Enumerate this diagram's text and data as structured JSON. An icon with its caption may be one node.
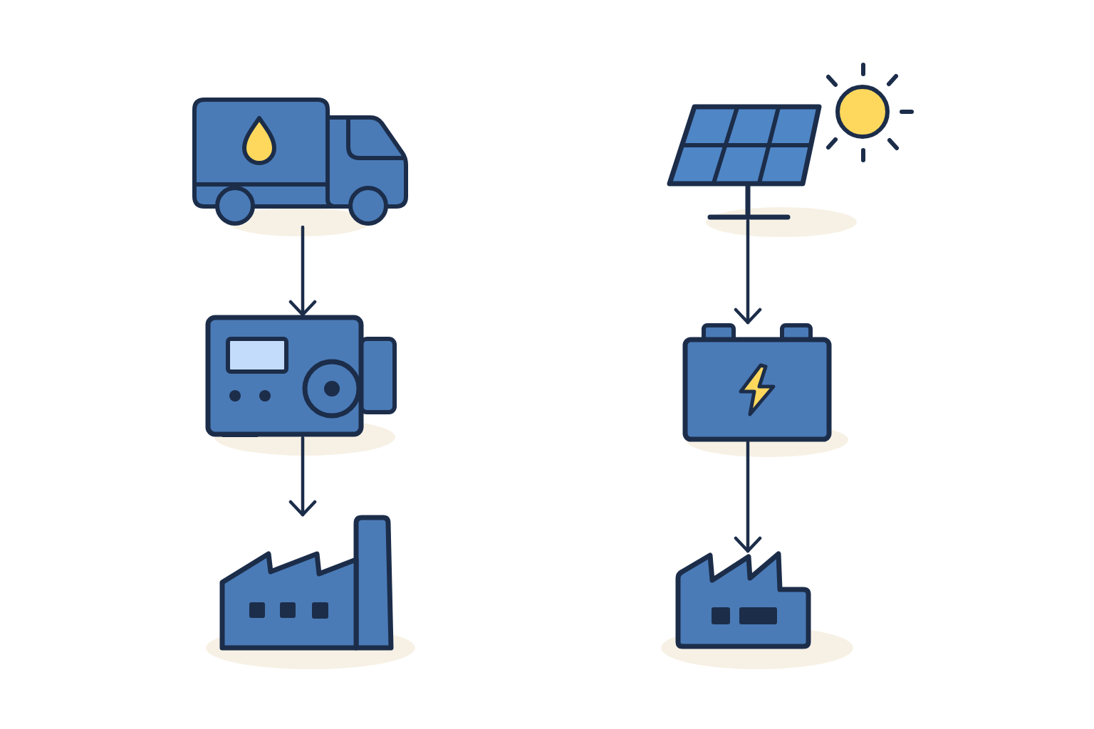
{
  "diagram": {
    "nodes": [
      {
        "text": [],
        "shape": "picture"
      },
      {
        "text": [],
        "shape": "picture"
      },
      {
        "text": [],
        "shape": "picture"
      },
      {
        "text": [],
        "shape": "picture"
      },
      {
        "text": [],
        "shape": "picture"
      },
      {
        "text": [],
        "shape": "picture"
      }
    ],
    "edges": [
      {
        "from": 0,
        "to": 2,
        "arrow": "to"
      },
      {
        "from": 2,
        "to": 4,
        "arrow": "to"
      },
      {
        "from": 1,
        "to": 3,
        "arrow": "to"
      },
      {
        "from": 3,
        "to": 5,
        "arrow": "to"
      }
    ]
  }
}
